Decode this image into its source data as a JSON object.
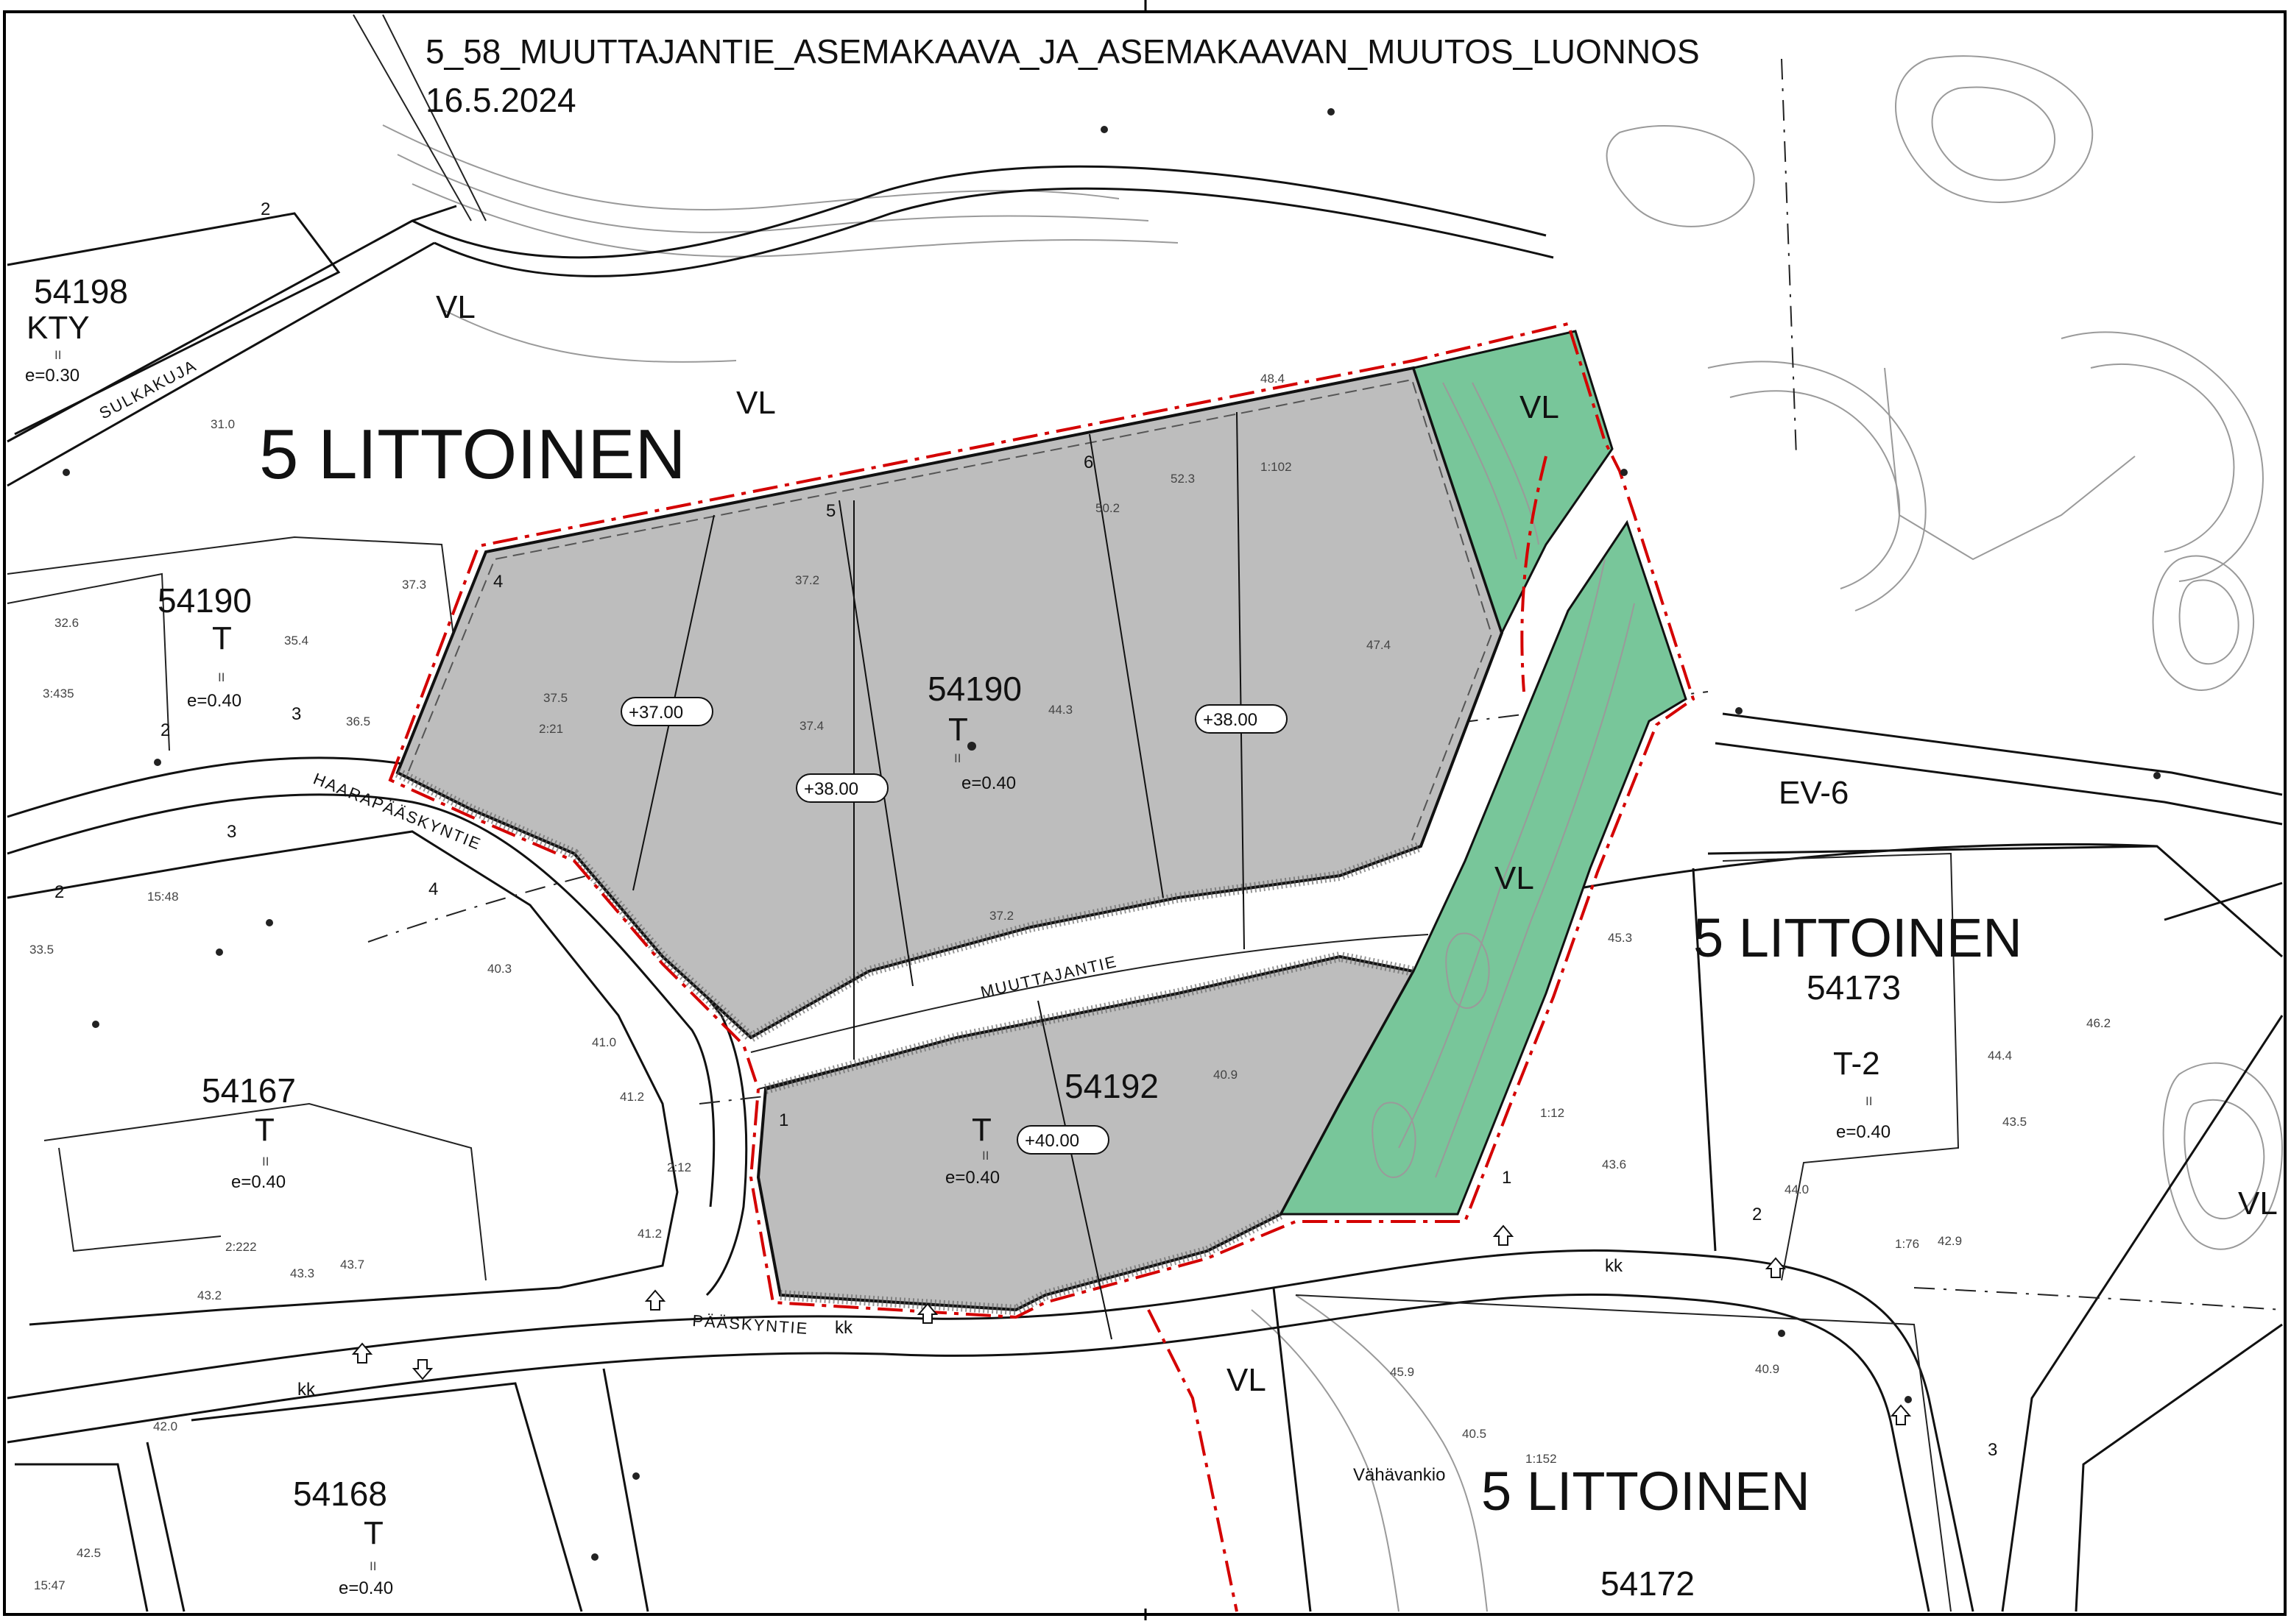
{
  "title": {
    "line1": "5_58_MUUTTAJANTIE_ASEMAKAAVA_JA_ASEMAKAAVAN_MUUTOS_LUONNOS",
    "line2": "16.5.2024"
  },
  "colors": {
    "planned_block": "#bdbdbd",
    "green_area": "#78c69a",
    "plan_boundary": "#d40000",
    "line": "#111111",
    "contour": "#9a9a9a"
  },
  "district_labels": [
    "5 LITTOINEN",
    "5 LITTOINEN",
    "5 LITTOINEN"
  ],
  "blocks": [
    {
      "number": "54198",
      "use": "KTY",
      "floors": "II",
      "efficiency": "e=0.30"
    },
    {
      "number": "54190",
      "use": "T",
      "floors": "II",
      "efficiency": "e=0.40"
    },
    {
      "number": "54190",
      "use": "T",
      "floors": "II",
      "efficiency": "e=0.40"
    },
    {
      "number": "54192",
      "use": "T",
      "floors": "II",
      "efficiency": "e=0.40"
    },
    {
      "number": "54167",
      "use": "T",
      "floors": "II",
      "efficiency": "e=0.40"
    },
    {
      "number": "54168",
      "use": "T",
      "floors": "II",
      "efficiency": "e=0.40"
    },
    {
      "number": "54173",
      "use": "T-2",
      "floors": "II",
      "efficiency": "e=0.40"
    },
    {
      "number": "54172",
      "use": "",
      "floors": "",
      "efficiency": ""
    }
  ],
  "area_codes": [
    "VL",
    "VL",
    "VL",
    "VL",
    "VL",
    "VL",
    "EV-6"
  ],
  "heights": [
    "+37.00",
    "+38.00",
    "+38.00",
    "+40.00"
  ],
  "streets": [
    "SULKAKUJA",
    "HAARAPÄÄSKYNTIE",
    "MUUTTAJANTIE",
    "PÄÄSKYNTIE"
  ],
  "place_names": [
    "Vähävankio"
  ],
  "plot_numbers": [
    "2",
    "4",
    "5",
    "6",
    "2",
    "3",
    "3",
    "2",
    "4",
    "1",
    "1",
    "2",
    "3"
  ],
  "markings": [
    "kk",
    "kk",
    "kk"
  ],
  "survey_labels": [
    "3:435",
    "2:21",
    "15:48",
    "2:222",
    "2:12",
    "1:12",
    "1:76",
    "1:152",
    "15:47",
    "1:102"
  ],
  "elevations": [
    "31.0",
    "32.6",
    "37.3",
    "35.4",
    "36.5",
    "37.5",
    "37.2",
    "37.4",
    "44.3",
    "50.2",
    "52.3",
    "48.4",
    "47.4",
    "37.2",
    "40.3",
    "41.0",
    "41.2",
    "41.2",
    "43.2",
    "43.3",
    "43.7",
    "45.3",
    "46.2",
    "43.6",
    "44.0",
    "42.9",
    "43.5",
    "40.9",
    "40.5",
    "45.9",
    "42.5",
    "42.0",
    "33.5",
    "40.9",
    "44.4"
  ]
}
